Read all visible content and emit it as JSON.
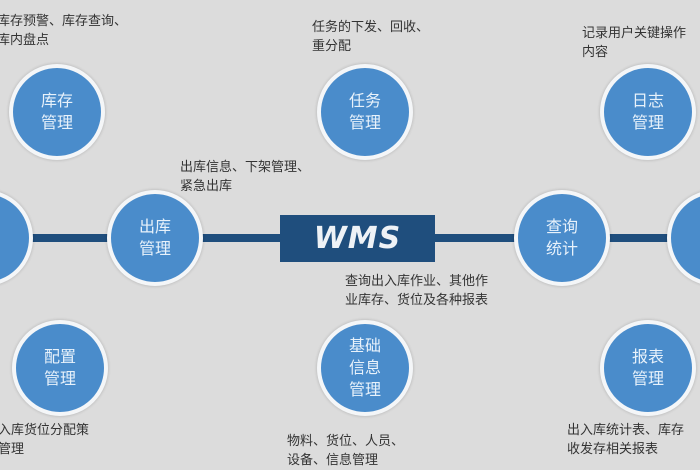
{
  "logo": "WMS",
  "nodes": {
    "inventory": {
      "label": "库存管理",
      "desc": [
        "库存预警、库存查询、",
        "库内盘点"
      ]
    },
    "task": {
      "label": "任务管理",
      "desc": [
        "任务的下发、回收、",
        "重分配"
      ]
    },
    "log": {
      "label": "日志管理",
      "desc": [
        "记录用户关键操作",
        "内容"
      ]
    },
    "outbound": {
      "label": "出库管理",
      "desc": [
        "出库信息、下架管理、",
        "紧急出库"
      ]
    },
    "query": {
      "label": "查询统计",
      "desc": [
        "查询出入库作业、其他作",
        "业库存、货位及各种报表"
      ]
    },
    "config": {
      "label": "配置管理",
      "desc": [
        "入库货位分配策",
        "管理"
      ]
    },
    "basic": {
      "label": "基础信息管理",
      "desc": [
        "物料、货位、人员、",
        "设备、信息管理"
      ]
    },
    "report": {
      "label": "报表管理",
      "desc": [
        "出入库统计表、库存",
        "收发存相关报表"
      ]
    }
  },
  "colors": {
    "background": "#dcdcdc",
    "circle": "#4a8ccb",
    "line": "#1f4e7d"
  }
}
